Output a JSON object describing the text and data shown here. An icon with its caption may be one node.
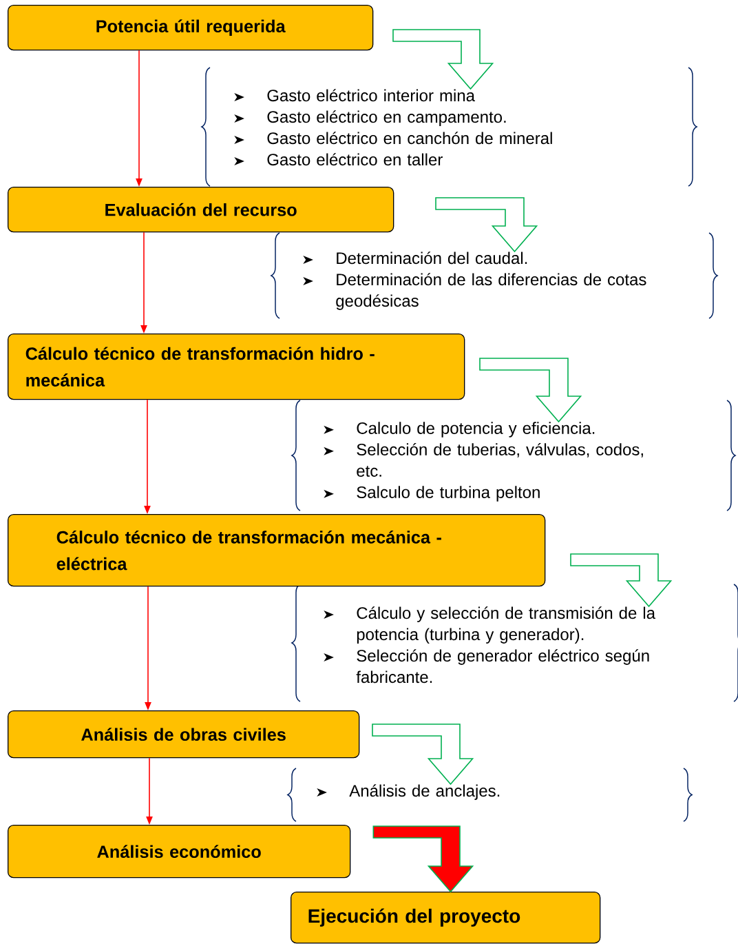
{
  "diagram": {
    "nodes": [
      {
        "text": [
          "Potencia útil requerida"
        ]
      },
      {
        "text": [
          "Gasto eléctrico interior mina",
          "Gasto eléctrico en campamento.",
          "Gasto eléctrico en canchón de mineral",
          "Gasto eléctrico en taller"
        ]
      },
      {
        "text": [
          "Evaluación del recurso"
        ]
      },
      {
        "text": [
          "Determinación del caudal.",
          "Determinación de las diferencias de cotas geodésicas"
        ]
      },
      {
        "text": [
          "Cálculo técnico de transformación hidro - mecánica"
        ]
      },
      {
        "text": [
          "Calculo de potencia y eficiencia.",
          "Selección de tuberias, válvulas, codos, etc.",
          "Salculo de turbina pelton"
        ]
      },
      {
        "text": [
          "Cálculo técnico de transformación mecánica - eléctrica"
        ]
      },
      {
        "text": [
          "Cálculo y selección de transmisión de la potencia (turbina y generador).",
          "Selección de generador eléctrico según fabricante."
        ]
      },
      {
        "text": [
          "Análisis de obras civiles"
        ]
      },
      {
        "text": [
          "Análisis de anclajes."
        ]
      },
      {
        "text": [
          "Análisis económico"
        ]
      },
      {
        "text": [
          "Ejecución del proyecto"
        ]
      }
    ],
    "edges": [
      {
        "from": 0,
        "to": 2,
        "arrow": "to"
      },
      {
        "from": 2,
        "to": 4,
        "arrow": "to"
      },
      {
        "from": 4,
        "to": 6,
        "arrow": "to"
      },
      {
        "from": 6,
        "to": 8,
        "arrow": "to"
      },
      {
        "from": 8,
        "to": 10,
        "arrow": "to"
      },
      {
        "from": 10,
        "to": 11,
        "arrow": "to",
        "style": "thick"
      },
      {
        "from": null,
        "to": 1,
        "arrow": "to",
        "color": "#00b050"
      },
      {
        "from": null,
        "to": 3,
        "arrow": "to",
        "color": "#00b050"
      },
      {
        "from": null,
        "to": 5,
        "arrow": "to",
        "color": "#00b050"
      },
      {
        "from": null,
        "to": 7,
        "arrow": "to",
        "color": "#00b050"
      },
      {
        "from": null,
        "to": 9,
        "arrow": "to",
        "color": "#00b050"
      }
    ]
  }
}
